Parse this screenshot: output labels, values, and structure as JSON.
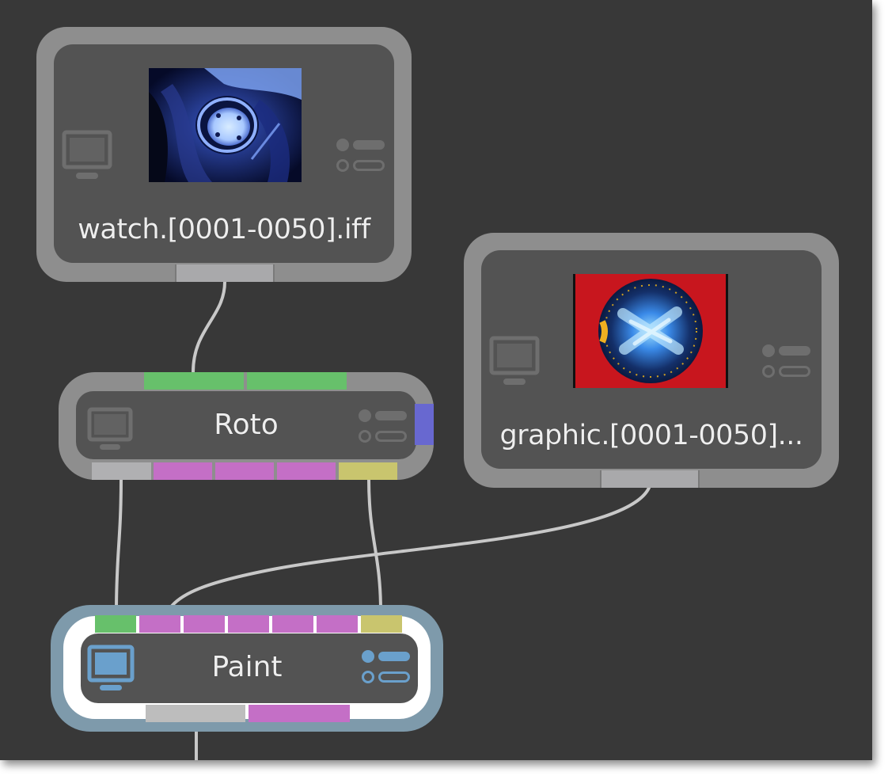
{
  "app": "node-graph-editor",
  "colors": {
    "background": "#383838",
    "node_frame": "#8e8e8e",
    "node_body": "#535353",
    "selected_frame": "#7e9aab",
    "selected_icon": "#6aa0cc",
    "wire": "#c8c8c8",
    "port_input_image": "#67c06b",
    "port_mask": "#c46fc6",
    "port_matte": "#c9c56e",
    "port_side": "#6868d0",
    "port_output": "#a9a9ab"
  },
  "nodes": [
    {
      "id": "watch",
      "label": "watch.[0001-0050].iff",
      "type": "read",
      "thumbnail": "watch-thumbnail",
      "icons": [
        "monitor-icon",
        "settings-toggle-icon"
      ],
      "outputs": [
        "gray"
      ]
    },
    {
      "id": "graphic",
      "label": "graphic.[0001-0050]...",
      "type": "read",
      "thumbnail": "graphic-thumbnail",
      "icons": [
        "monitor-icon",
        "settings-toggle-icon"
      ],
      "outputs": [
        "gray"
      ]
    },
    {
      "id": "roto",
      "label": "Roto",
      "type": "roto",
      "inputs": [
        "green",
        "green"
      ],
      "side": [
        "blue"
      ],
      "outputs": [
        "gray",
        "magenta",
        "magenta",
        "magenta",
        "yellow"
      ],
      "icons": [
        "monitor-icon",
        "settings-toggle-icon"
      ]
    },
    {
      "id": "paint",
      "label": "Paint",
      "type": "paint",
      "selected": true,
      "inputs": [
        "green",
        "magenta",
        "magenta",
        "magenta",
        "magenta",
        "magenta",
        "yellow"
      ],
      "outputs": [
        "lightgray",
        "magenta"
      ],
      "icons": [
        "monitor-icon",
        "settings-toggle-icon"
      ]
    }
  ],
  "connections": [
    {
      "from": "watch.out0",
      "to": "roto.in0"
    },
    {
      "from": "roto.out0",
      "to": "paint.in0"
    },
    {
      "from": "roto.out4",
      "to": "paint.in6"
    },
    {
      "from": "graphic.out0",
      "to": "paint.in1"
    },
    {
      "from": "paint.out0",
      "to": "downstream"
    }
  ]
}
